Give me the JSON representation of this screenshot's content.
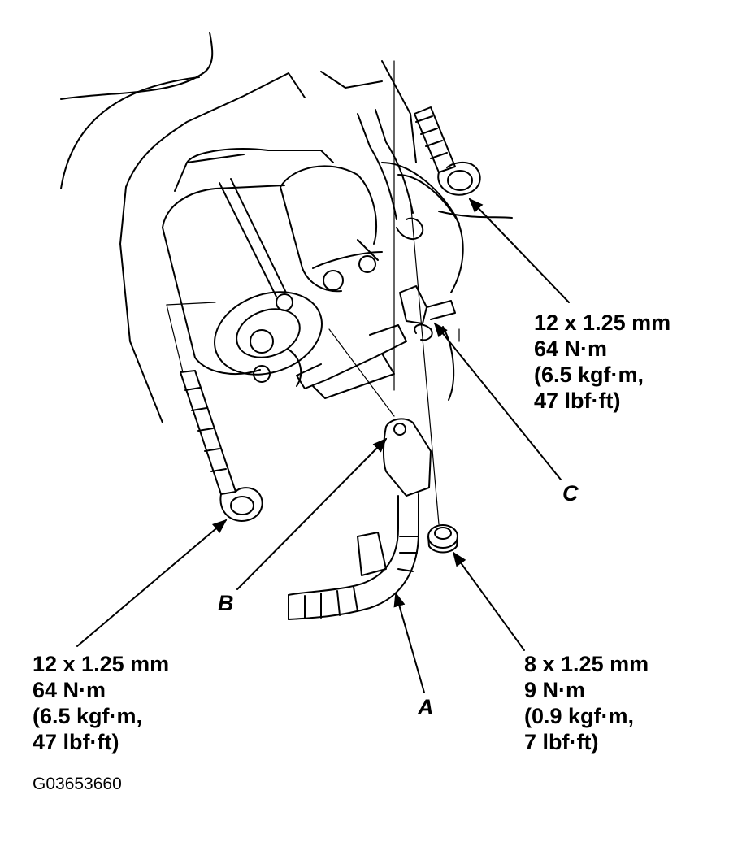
{
  "callouts": {
    "top_right": {
      "lines": [
        "12 x 1.25 mm",
        "64 N·m",
        "(6.5 kgf·m,",
        "47 lbf·ft)"
      ]
    },
    "bottom_left": {
      "lines": [
        "12 x 1.25 mm",
        "64 N·m",
        "(6.5 kgf·m,",
        "47 lbf·ft)"
      ]
    },
    "bottom_right": {
      "lines": [
        "8 x 1.25 mm",
        "9 N·m",
        "(0.9 kgf·m,",
        "7 lbf·ft)"
      ]
    }
  },
  "part_labels": {
    "a": "A",
    "b": "B",
    "c": "C"
  },
  "figure_id": "G03653660",
  "line_color": "#000000"
}
